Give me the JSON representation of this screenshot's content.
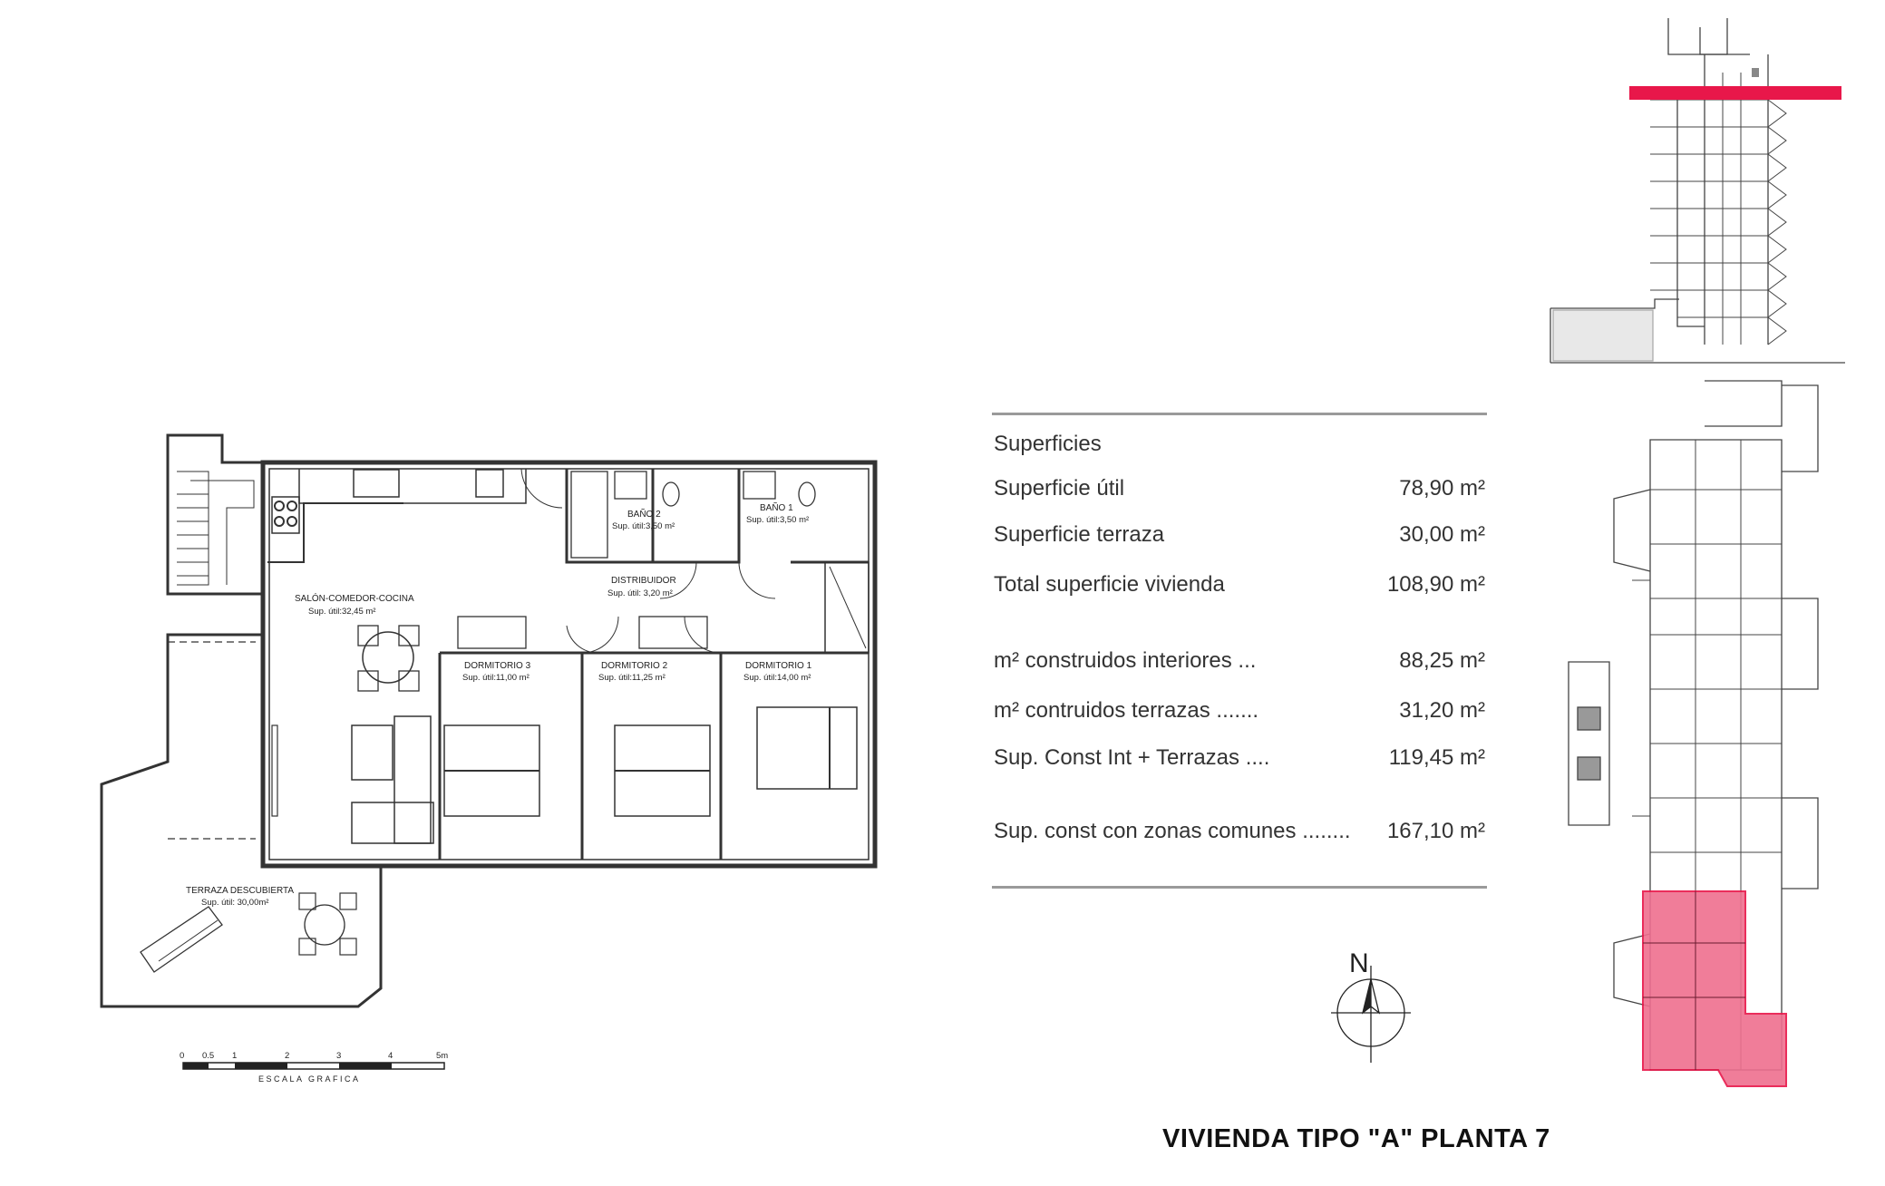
{
  "plan": {
    "rooms": [
      {
        "name": "SALÓN-COMEDOR-COCINA",
        "area": "Sup. útil:32,45 m²"
      },
      {
        "name": "DISTRIBUIDOR",
        "area": "Sup. útil: 3,20 m²"
      },
      {
        "name": "BAÑO 2",
        "area": "Sup. útil:3,50 m²"
      },
      {
        "name": "BAÑO 1",
        "area": "Sup. útil:3,50 m²"
      },
      {
        "name": "DORMITORIO 3",
        "area": "Sup. útil:11,00 m²"
      },
      {
        "name": "DORMITORIO 2",
        "area": "Sup. útil:11,25 m²"
      },
      {
        "name": "DORMITORIO 1",
        "area": "Sup. útil:14,00 m²"
      },
      {
        "name": "TERRAZA DESCUBIERTA",
        "area": "Sup. útil: 30,00m²"
      }
    ],
    "scale": {
      "ticks": [
        "0",
        "0.5",
        "1",
        "2",
        "3",
        "4",
        "5m"
      ],
      "label": "ESCALA GRAFICA"
    },
    "north_label": "N"
  },
  "surfaces": {
    "heading": "Superficies",
    "rows": [
      {
        "label": "Superficie útil",
        "value": "78,90 m²"
      },
      {
        "label": "Superficie terraza",
        "value": "30,00 m²"
      },
      {
        "label": "Total superficie vivienda",
        "value": "108,90 m²"
      },
      {
        "label": "m² construidos interiores ...",
        "value": "88,25 m²"
      },
      {
        "label": "m² contruidos terrazas .......",
        "value": "31,20 m²"
      },
      {
        "label": "Sup. Const Int + Terrazas ....",
        "value": "119,45 m²"
      },
      {
        "label": "Sup. const con zonas comunes ........",
        "value": "167,10 m²"
      }
    ]
  },
  "title": "VIVIENDA TIPO \"A\" PLANTA 7",
  "colors": {
    "highlight": "#e8174a",
    "highlight_fill": "#ef6f8f",
    "line": "#333333",
    "rule": "#9a9a9a"
  }
}
